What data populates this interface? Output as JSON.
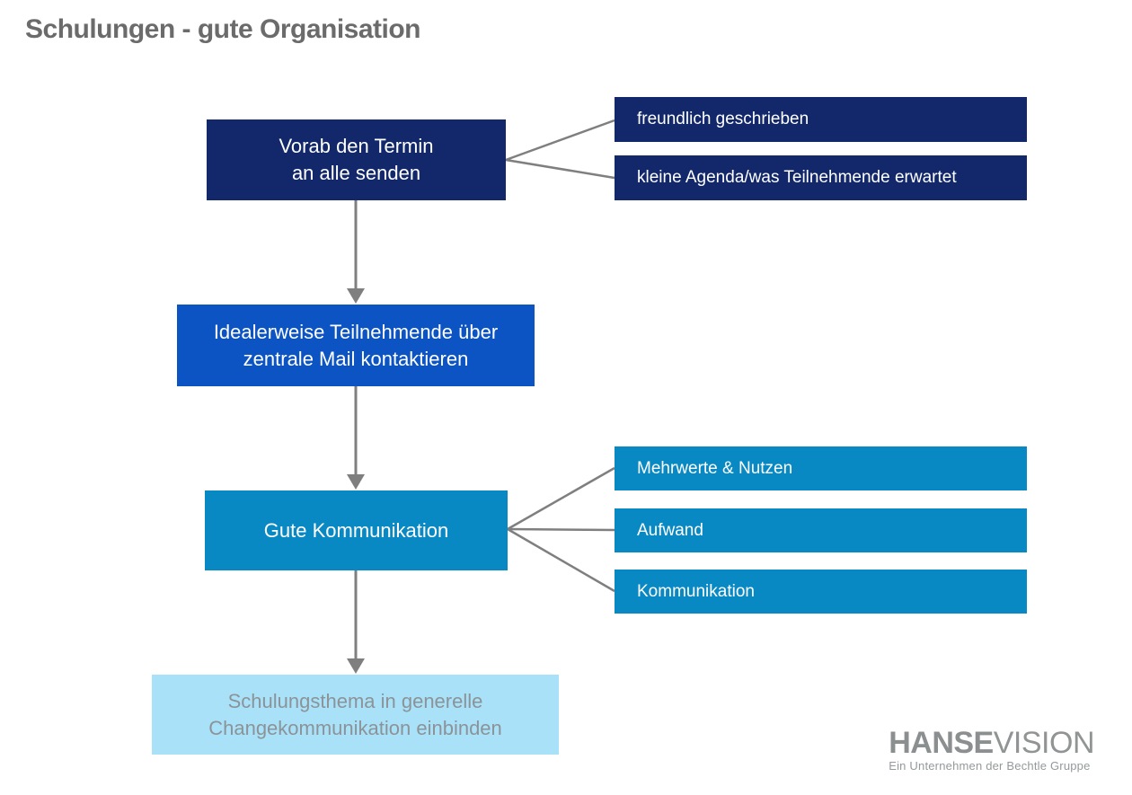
{
  "title": "Schulungen - gute Organisation",
  "colors": {
    "navy": "#12286b",
    "royal_blue": "#0c53c4",
    "cyan_blue": "#0989c4",
    "light_blue": "#a9e2f8",
    "connector": "#7f7f7f",
    "title_gray": "#6b6b6b",
    "light_node_text": "#8b9398",
    "logo_gray": "#8c8f90"
  },
  "flow": {
    "node1": {
      "line1": "Vorab den Termin",
      "line2": "an alle senden"
    },
    "node2": {
      "line1": "Idealerweise Teilnehmende über",
      "line2": "zentrale Mail kontaktieren"
    },
    "node3": {
      "label": "Gute Kommunikation"
    },
    "node4": {
      "line1": "Schulungsthema in generelle",
      "line2": "Changekommunikation einbinden"
    },
    "top_branches": [
      {
        "label": "freundlich geschrieben"
      },
      {
        "label": "kleine Agenda/was Teilnehmende erwartet"
      }
    ],
    "bottom_branches": [
      {
        "label": "Mehrwerte & Nutzen"
      },
      {
        "label": "Aufwand"
      },
      {
        "label": "Kommunikation"
      }
    ]
  },
  "logo": {
    "brand_bold": "HANSE",
    "brand_light": "VISION",
    "subtitle": "Ein Unternehmen der Bechtle Gruppe"
  }
}
